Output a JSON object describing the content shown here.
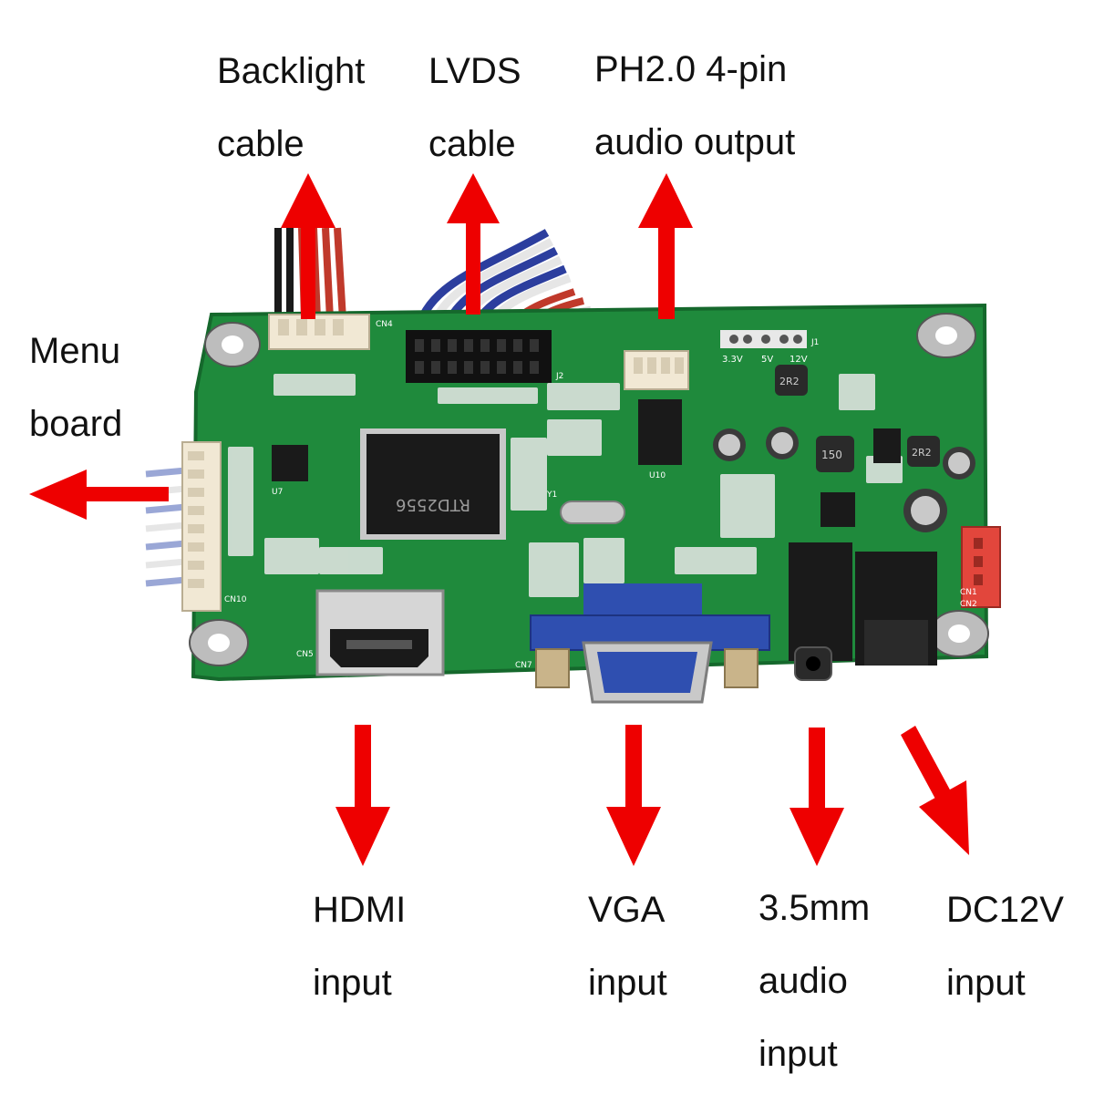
{
  "colors": {
    "arrow": "#ee0000",
    "board": "#1f8a3c",
    "board_dark": "#15682c",
    "label_text": "#111111",
    "silkscreen": "#ffffff",
    "chip": "#1a1a1a",
    "vga_blue": "#2f4fb0",
    "connector_beige": "#f1e8d4",
    "header_red": "#e2463c",
    "metal": "#c9c9c9"
  },
  "labels": {
    "backlight": {
      "line1": "Backlight",
      "line2": "cable"
    },
    "lvds": {
      "line1": "LVDS",
      "line2": "cable"
    },
    "audio_out": {
      "line1": "PH2.0 4-pin",
      "line2": "audio output"
    },
    "menu": {
      "line1": "Menu",
      "line2": "board"
    },
    "hdmi": {
      "line1": "HDMI",
      "line2": "input"
    },
    "vga": {
      "line1": "VGA",
      "line2": "input"
    },
    "audio_in": {
      "line1": "3.5mm",
      "line2": "audio",
      "line3": "input"
    },
    "dc": {
      "line1": "DC12V",
      "line2": "input"
    }
  },
  "silkscreen": {
    "main_chip": "RTD2556",
    "cn4": "CN4",
    "j2": "J2",
    "j1": "J1",
    "v33": "3.3V",
    "v5": "5V",
    "v12": "12V",
    "u7": "U7",
    "u10": "U10",
    "cn5": "CN5",
    "cn7": "CN7",
    "cn10": "CN10",
    "cn1": "CN1",
    "cn2": "CN2",
    "y1": "Y1",
    "inductor_150": "150",
    "inductor_2r2": "2R2"
  }
}
